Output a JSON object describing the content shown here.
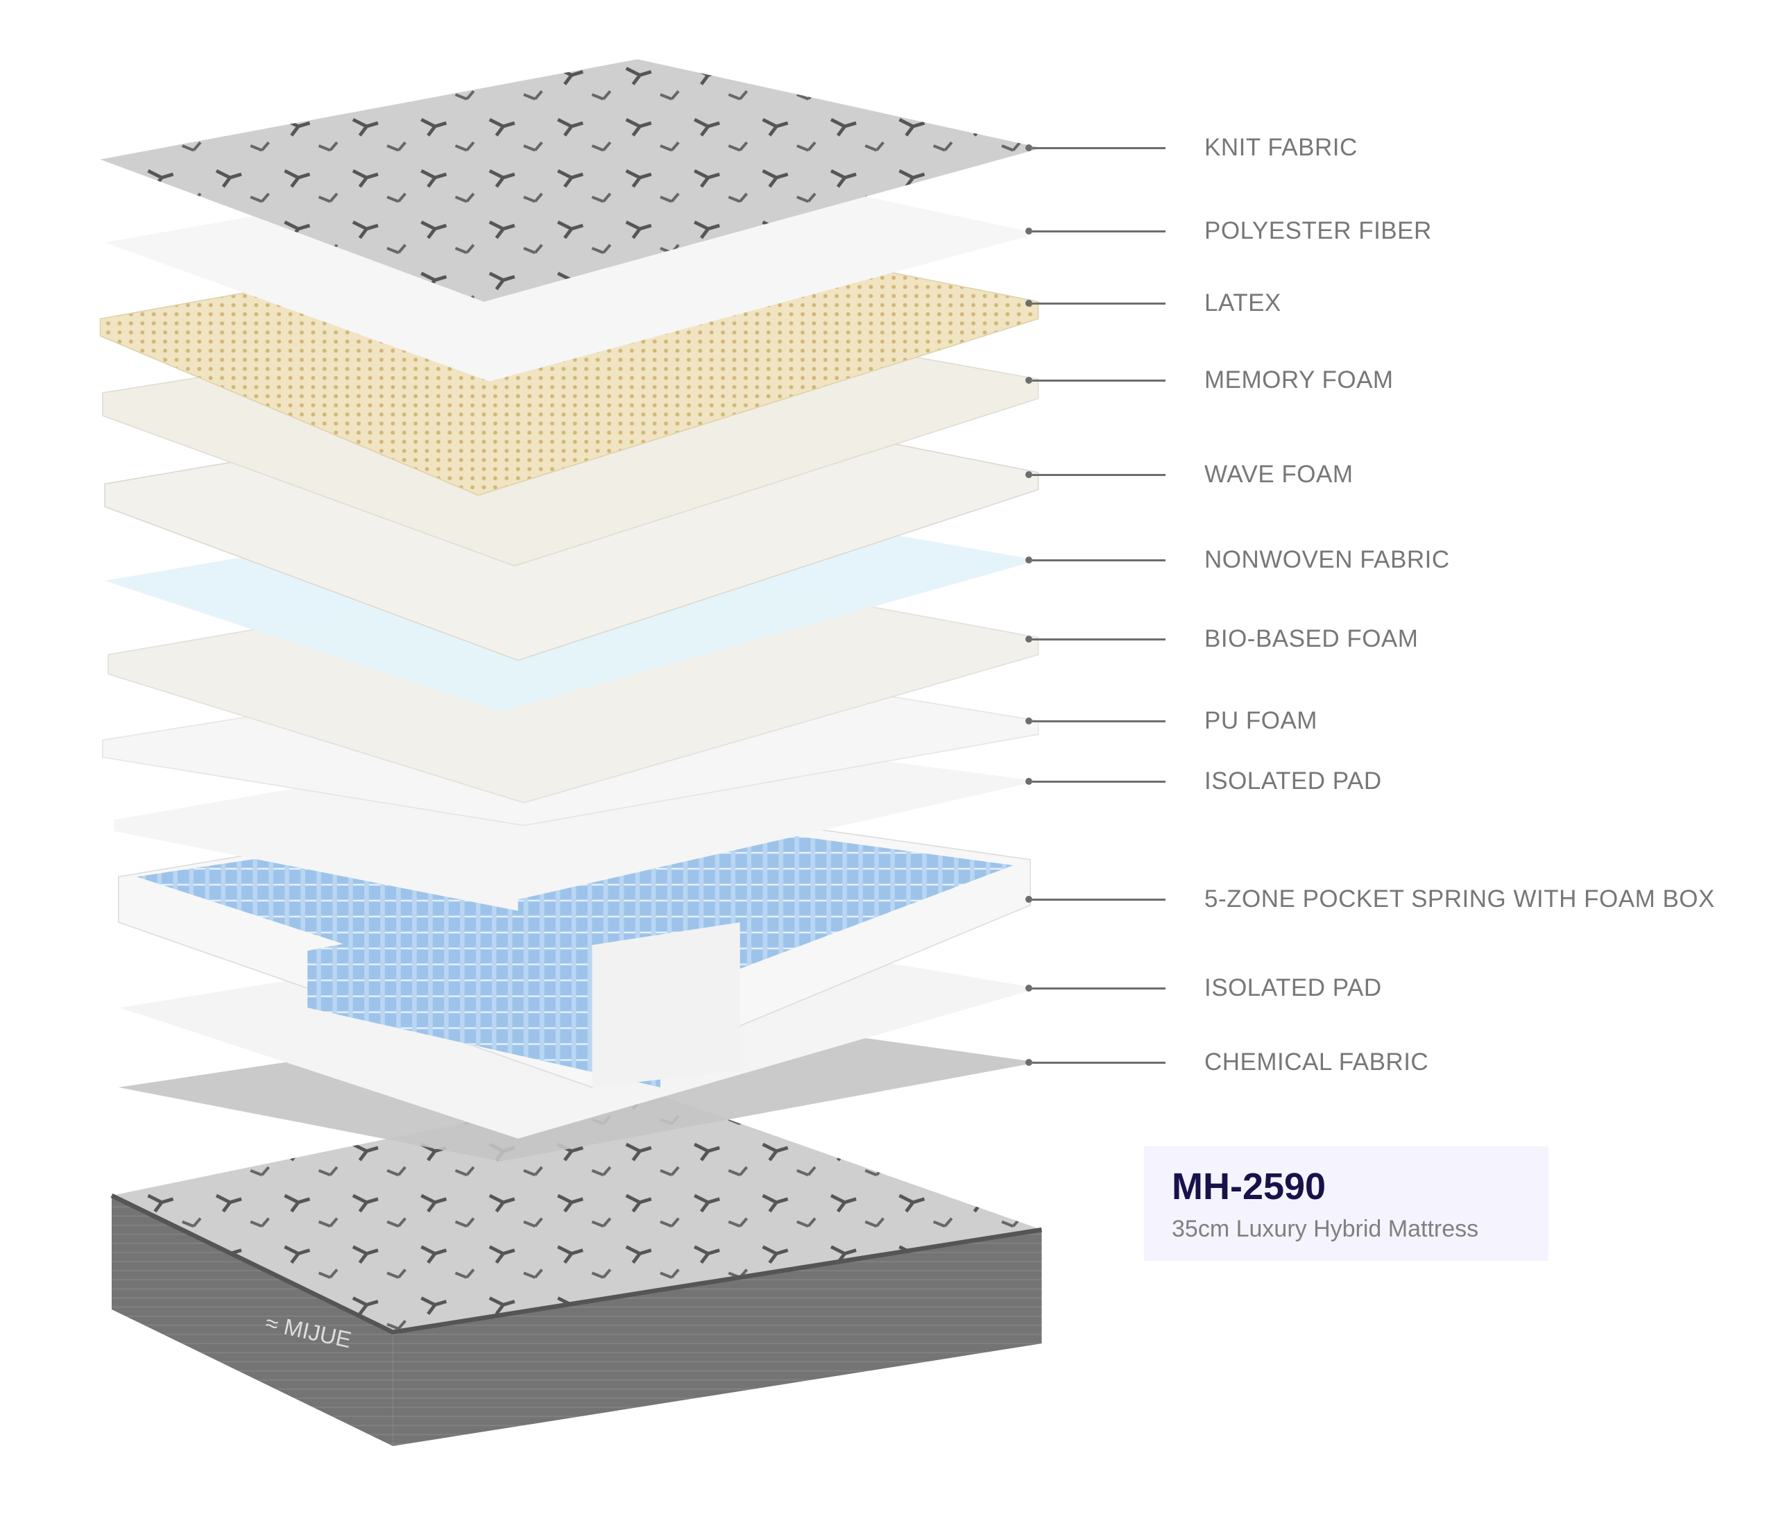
{
  "layers": [
    {
      "label": "KNIT FABRIC"
    },
    {
      "label": "POLYESTER FIBER"
    },
    {
      "label": "LATEX"
    },
    {
      "label": "MEMORY FOAM"
    },
    {
      "label": "WAVE FOAM"
    },
    {
      "label": "NONWOVEN FABRIC"
    },
    {
      "label": "BIO-BASED FOAM"
    },
    {
      "label": "PU FOAM"
    },
    {
      "label": "ISOLATED PAD"
    },
    {
      "label": "5-ZONE POCKET SPRING WITH FOAM BOX"
    },
    {
      "label": "ISOLATED PAD"
    },
    {
      "label": "CHEMICAL FABRIC"
    }
  ],
  "product": {
    "model": "MH-2590",
    "description": "35cm Luxury Hybrid Mattress",
    "brand_logo": "MIJUE"
  },
  "colors": {
    "model_text": "#17124a",
    "label_text": "#777777",
    "info_bg": "#f5f3fe"
  }
}
